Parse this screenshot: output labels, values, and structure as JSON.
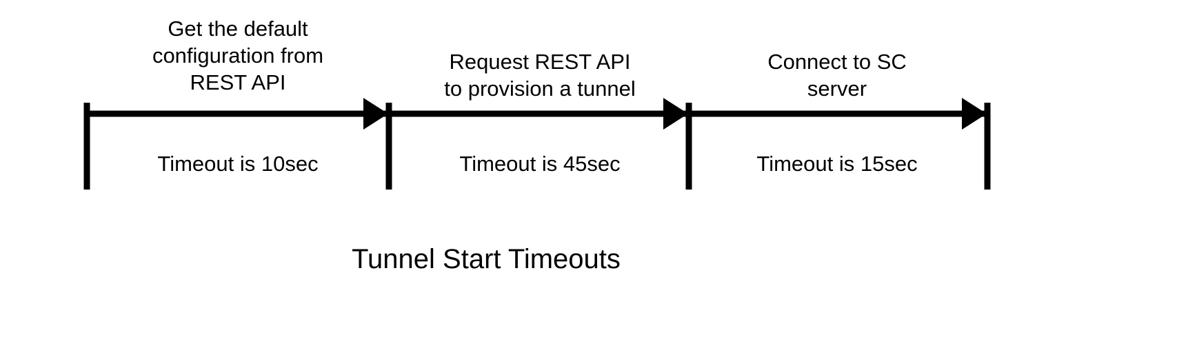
{
  "diagram": {
    "title": "Tunnel Start Timeouts",
    "type": "timeline",
    "axis": {
      "line_color": "#000000",
      "line_width": 9,
      "tick_color": "#000000",
      "tick_width": 9
    },
    "segments": [
      {
        "id": "get-default-configuration",
        "top_label": "Get the default\nconfiguration from\nREST API",
        "bottom_label": "Timeout is 10sec",
        "timeout_seconds": 10
      },
      {
        "id": "request-provision-tunnel",
        "top_label": "Request REST API\nto provision a tunnel",
        "bottom_label": "Timeout is 45sec",
        "timeout_seconds": 45
      },
      {
        "id": "connect-sc-server",
        "top_label": "Connect to SC\nserver",
        "bottom_label": "Timeout is 15sec",
        "timeout_seconds": 15
      }
    ]
  }
}
